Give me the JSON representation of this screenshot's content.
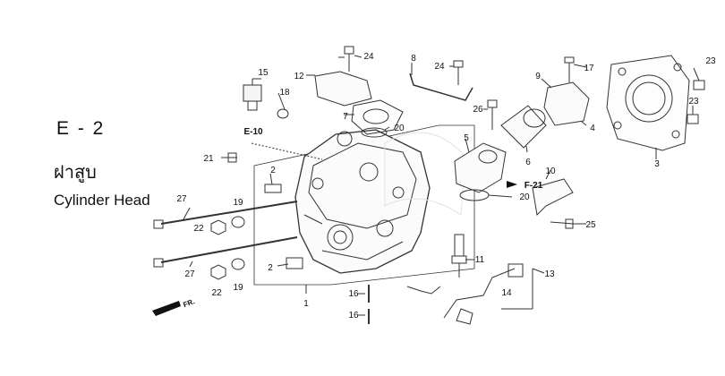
{
  "header": {
    "section_code": "E - 2",
    "title_thai": "ฝาสูบ",
    "title_en": "Cylinder Head"
  },
  "refs": {
    "e10": "E-10",
    "f21": "F-21",
    "fr": "FR."
  },
  "callouts": [
    "23",
    "23",
    "24",
    "24",
    "8",
    "12",
    "15",
    "18",
    "9",
    "17",
    "26",
    "4",
    "7",
    "20",
    "5",
    "6",
    "3",
    "21",
    "2",
    "10",
    "27",
    "19",
    "22",
    "F-21",
    "20",
    "25",
    "11",
    "13",
    "2",
    "27",
    "22",
    "19",
    "14",
    "16",
    "16",
    "1"
  ],
  "colors": {
    "line": "#333333",
    "text": "#111111",
    "watermark": "#e8e8e8"
  }
}
